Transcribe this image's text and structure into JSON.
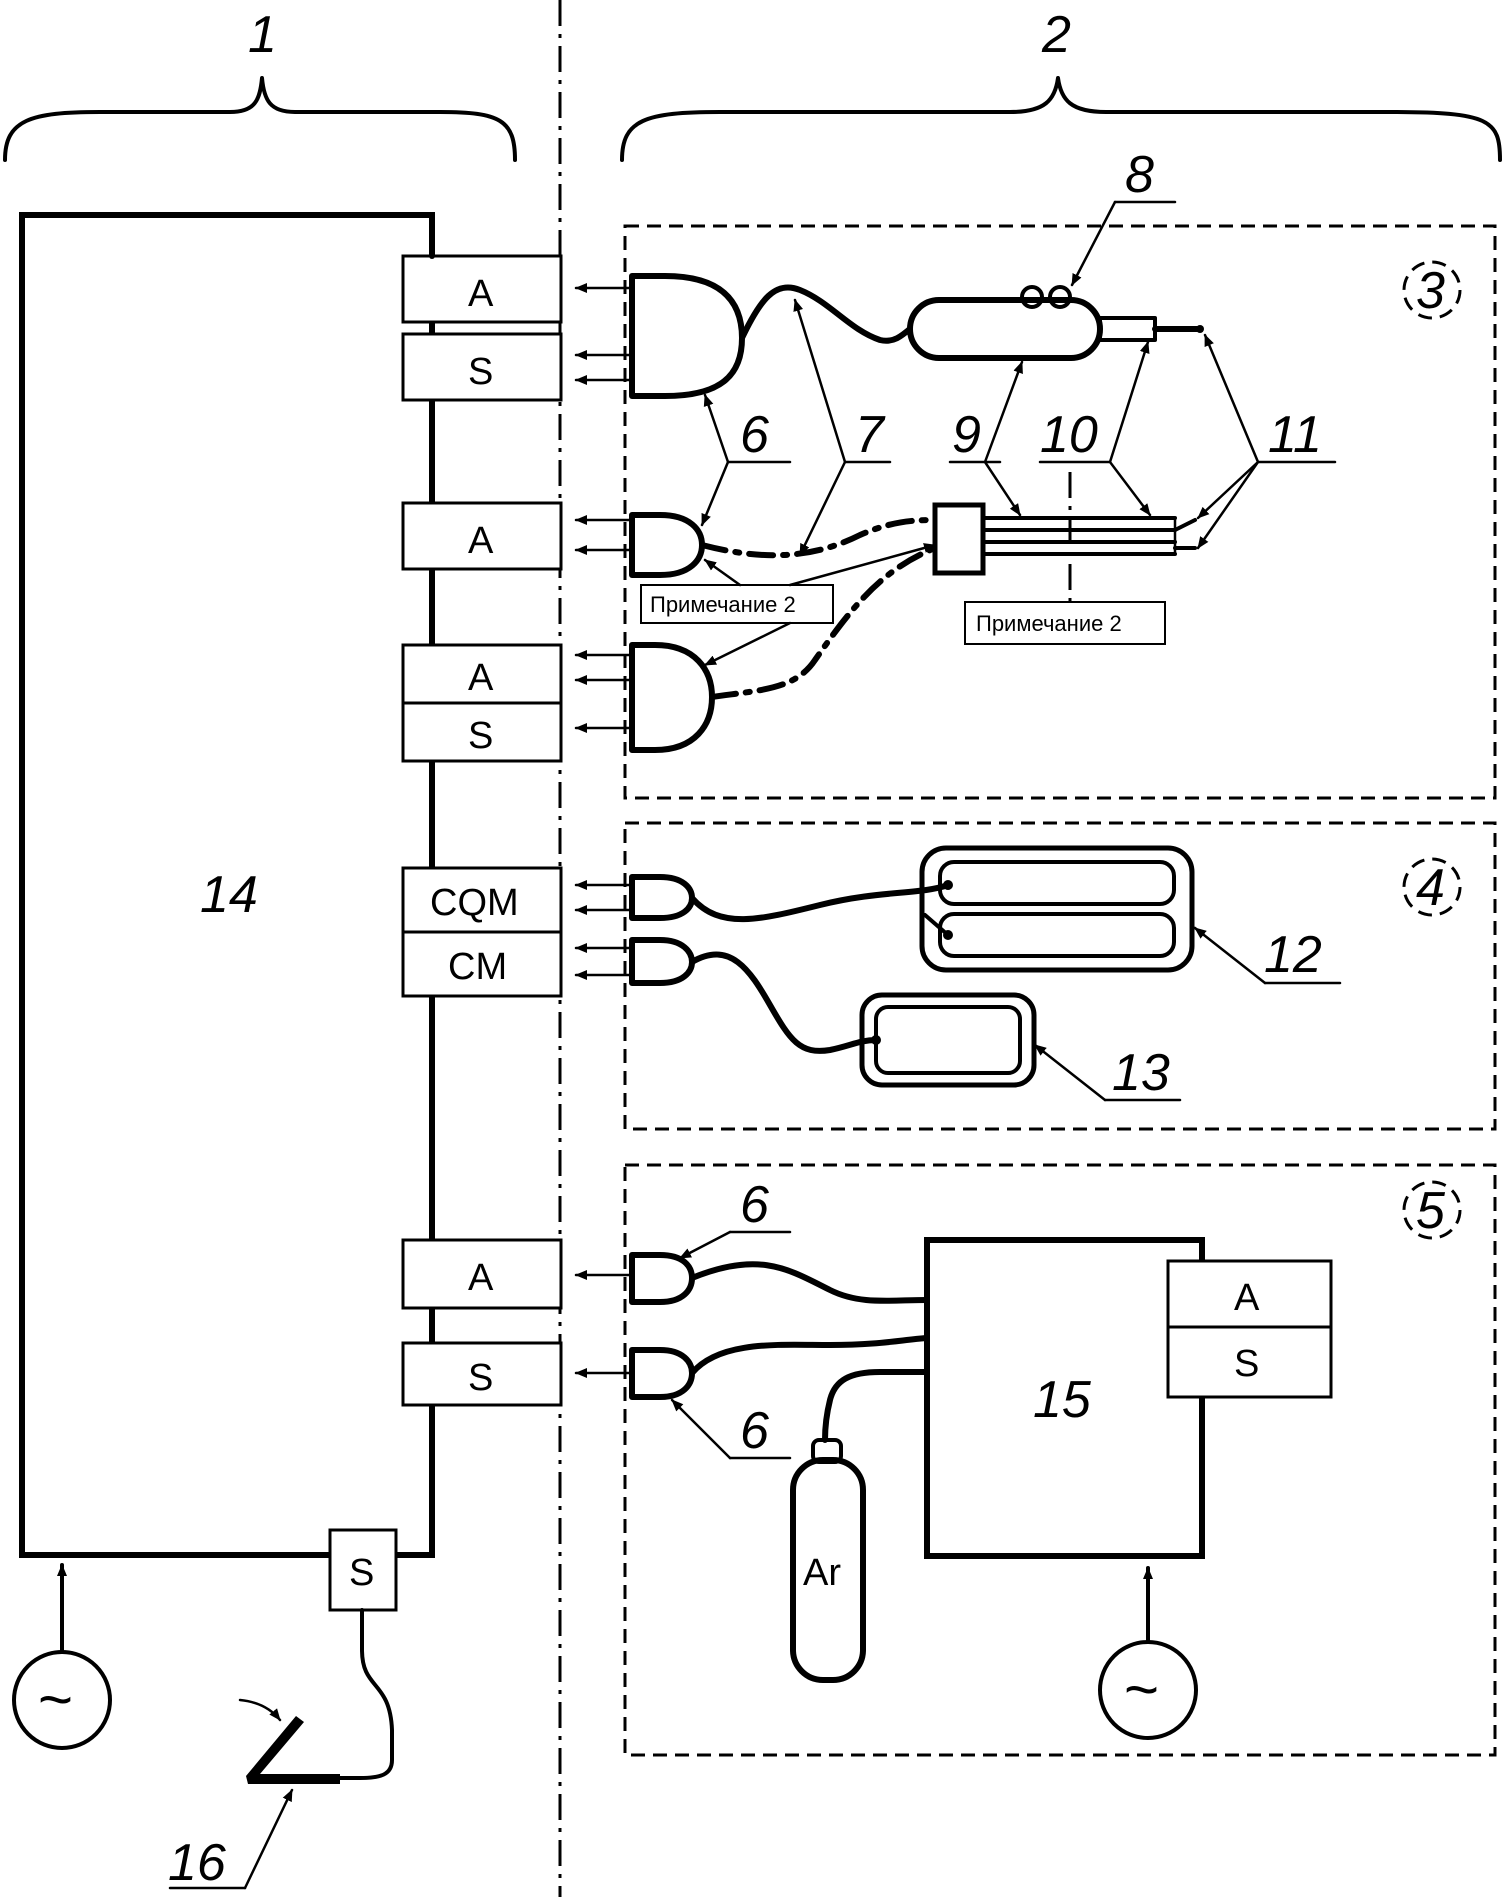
{
  "labels": {
    "region_left": "1",
    "region_right": "2",
    "group_a": "3",
    "group_b": "4",
    "group_c": "5",
    "connector": "6",
    "cable": "7",
    "item_8": "8",
    "item_9": "9",
    "item_10": "10",
    "item_11": "11",
    "item_12": "12",
    "item_13": "13",
    "main_unit": "14",
    "unit_15": "15",
    "item_16": "16"
  },
  "ports": {
    "a": "A",
    "s": "S",
    "cqm": "CQM",
    "cm": "CM"
  },
  "notes": {
    "note_2": "Примечание 2"
  },
  "gas": "Ar",
  "ac_symbol": "~"
}
